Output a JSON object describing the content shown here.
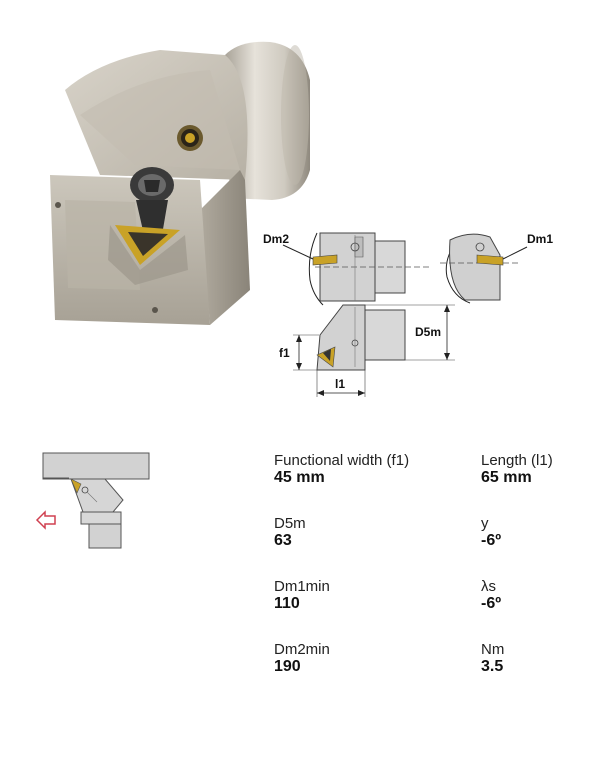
{
  "diagram": {
    "labels": {
      "dm2": "Dm2",
      "dm1": "Dm1",
      "d5m": "D5m",
      "f1": "f1",
      "l1": "l1"
    }
  },
  "specs": {
    "left": [
      {
        "label": "Functional width (f1)",
        "value": "45 mm"
      },
      {
        "label": "D5m",
        "value": "63"
      },
      {
        "label": "Dm1min",
        "value": "110"
      },
      {
        "label": "Dm2min",
        "value": "190"
      }
    ],
    "right": [
      {
        "label": "Length (l1)",
        "value": "65 mm"
      },
      {
        "label": "y",
        "value": "-6º"
      },
      {
        "label": "λs",
        "value": "-6º"
      },
      {
        "label": "Nm",
        "value": "3.5"
      }
    ]
  },
  "colors": {
    "steel_light": "#d9d5cc",
    "steel_mid": "#b8b2a6",
    "steel_dark": "#8c867b",
    "insert_gold": "#c9a227",
    "arrow_red": "#d04050",
    "diagram_gray": "#cfcfcf"
  }
}
